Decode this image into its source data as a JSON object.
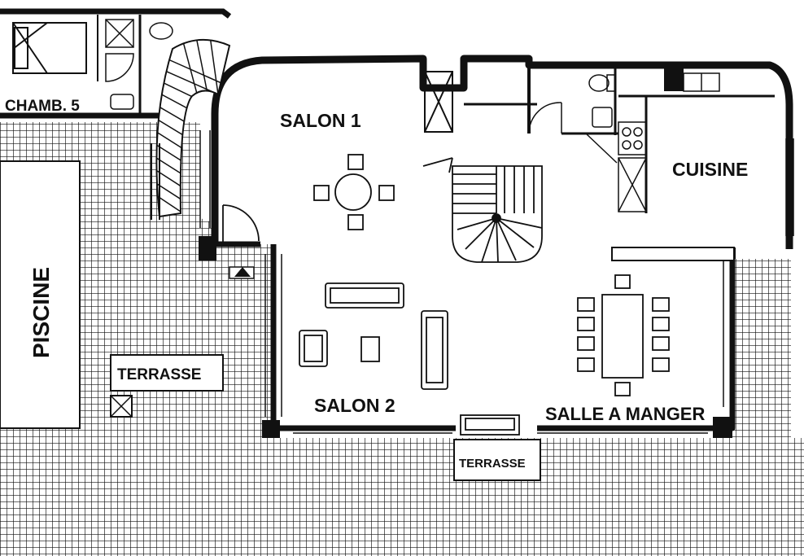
{
  "rooms": {
    "chamb5": "CHAMB. 5",
    "salon1": "SALON 1",
    "salon2": "SALON 2",
    "cuisine": "CUISINE",
    "salle_a_manger": "SALLE A MANGER",
    "piscine": "PISCINE",
    "terrasse_left": "TERRASSE",
    "terrasse_bottom": "TERRASSE"
  },
  "colors": {
    "ink": "#111111",
    "paper": "#ffffff"
  }
}
